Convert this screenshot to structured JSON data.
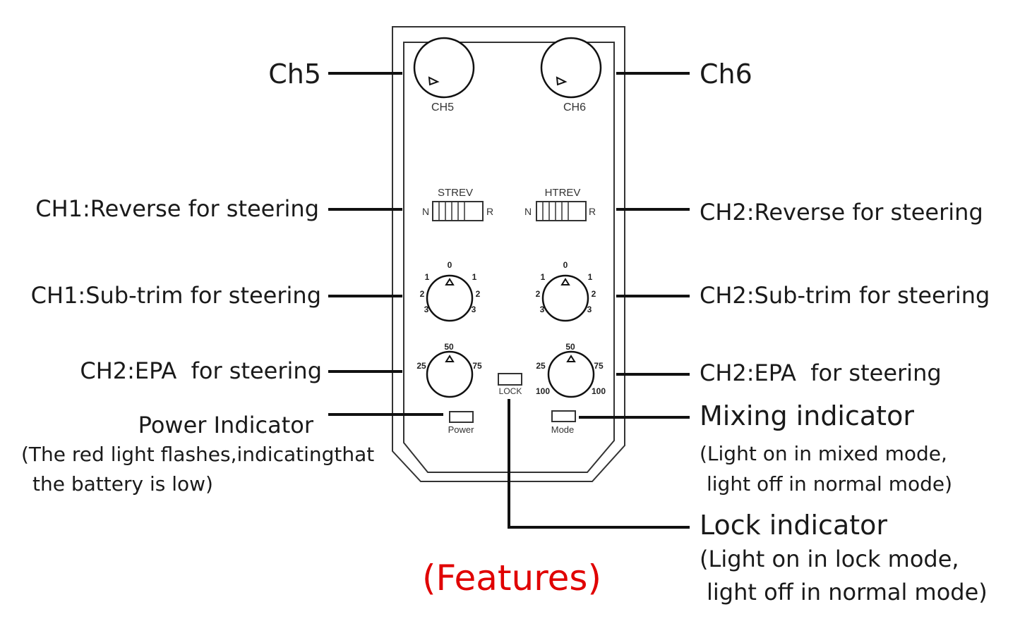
{
  "device": {
    "ch5_label": "CH5",
    "ch6_label": "CH6",
    "strev_label": "STREV",
    "htrev_label": "HTREV",
    "switch_n": "N",
    "switch_r": "R",
    "subtrim_ticks": {
      "top": "0",
      "one": "1",
      "two": "2",
      "three": "3"
    },
    "epa_ticks": {
      "top": "50",
      "left": "25",
      "right": "75",
      "bottom_left": "100",
      "bottom_right": "100"
    },
    "lock_label": "LOCK",
    "power_label": "Power",
    "mode_label": "Mode"
  },
  "callouts": {
    "ch5": "Ch5",
    "ch6": "Ch6",
    "ch1_reverse": "CH1:Reverse for steering",
    "ch2_reverse": "CH2:Reverse for steering",
    "ch1_subtrim": "CH1:Sub-trim for steering",
    "ch2_subtrim": "CH2:Sub-trim for steering",
    "ch2_epa_left": "CH2:EPA  for steering",
    "ch2_epa_right": "CH2:EPA  for steering",
    "power_title": "Power Indicator",
    "power_note_1": "(The red light flashes,indicatingthat",
    "power_note_2": "the battery is low)",
    "mixing_title": "Mixing indicator",
    "mixing_note_1": "(Light on in mixed mode,",
    "mixing_note_2": "light off in normal mode)",
    "lock_title": "Lock indicator",
    "lock_note_1": "(Light on in lock mode,",
    "lock_note_2": "light off in normal mode)"
  },
  "caption": "(Features)",
  "colors": {
    "caption": "#e00000",
    "lines": "#111111"
  }
}
